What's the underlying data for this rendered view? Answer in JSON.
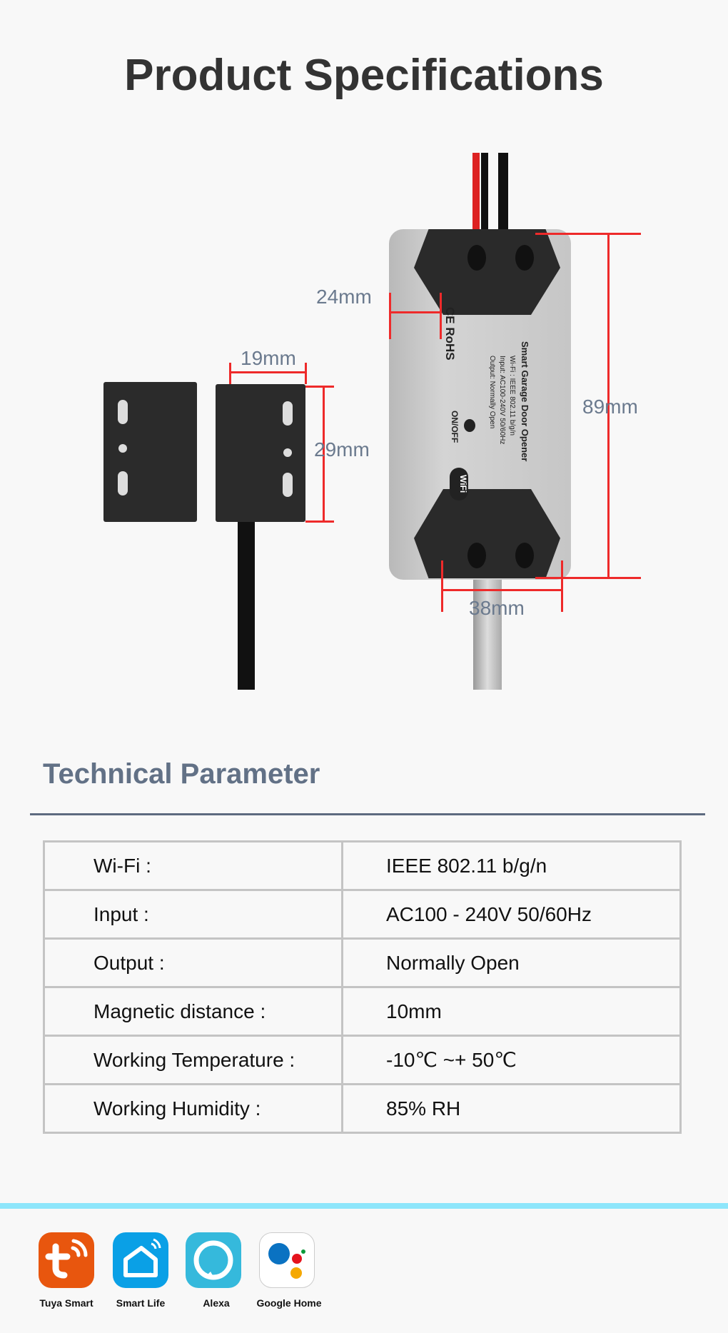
{
  "title": "Product Specifications",
  "dimensions": {
    "d24": "24mm",
    "d19": "19mm",
    "d29": "29mm",
    "d89": "89mm",
    "d38": "38mm"
  },
  "device_label": {
    "name": "Smart Garage Door Opener",
    "wifi": "Wi-Fi : IEEE 802.11 b/g/n",
    "input": "Input: AC100-240V 50/60Hz",
    "output": "Output: Normally Open",
    "onoff": "ON/OFF",
    "cert": "CE RoHS",
    "wifi_logo": "WiFi"
  },
  "section_title": "Technical Parameter",
  "specs": [
    {
      "key": "Wi-Fi :",
      "value": "IEEE 802.11 b/g/n"
    },
    {
      "key": "Input :",
      "value": "AC100 - 240V 50/60Hz"
    },
    {
      "key": "Output :",
      "value": "Normally Open"
    },
    {
      "key": "Magnetic distance :",
      "value": "10mm"
    },
    {
      "key": "Working Temperature :",
      "value": "-10℃ ~+ 50℃"
    },
    {
      "key": "Working Humidity :",
      "value": "85% RH"
    }
  ],
  "apps": [
    {
      "label": "Tuya Smart",
      "color": "#e8560e"
    },
    {
      "label": "Smart Life",
      "color": "#0aa0e6"
    },
    {
      "label": "Alexa",
      "color": "#35b9dc"
    },
    {
      "label": "Google Home",
      "color": "#ffffff"
    }
  ]
}
